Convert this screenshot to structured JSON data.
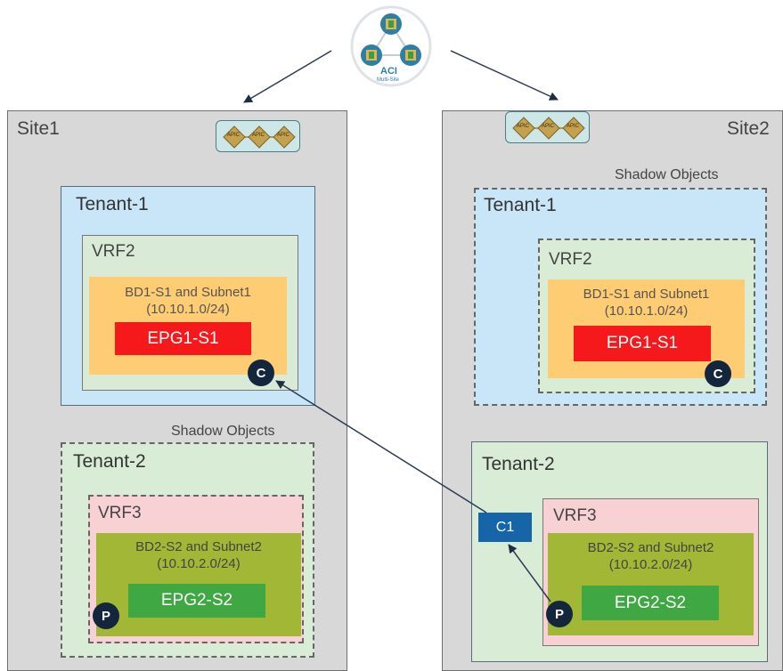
{
  "orchestrator": {
    "logo_text": "ACI",
    "logo_subtext": "Multi-Site"
  },
  "apic_label": "APIC",
  "site1": {
    "label": "Site1",
    "tenant1": {
      "label": "Tenant-1",
      "vrf": "VRF2",
      "bd_line1": "BD1-S1 and Subnet1",
      "bd_line2": "(10.10.1.0/24)",
      "epg": "EPG1-S1",
      "contract_badge": "C"
    },
    "tenant2": {
      "shadow_label": "Shadow Objects",
      "label": "Tenant-2",
      "vrf": "VRF3",
      "bd_line1": "BD2-S2 and Subnet2",
      "bd_line2": "(10.10.2.0/24)",
      "epg": "EPG2-S2",
      "provider_badge": "P"
    }
  },
  "site2": {
    "label": "Site2",
    "tenant1": {
      "shadow_label": "Shadow Objects",
      "label": "Tenant-1",
      "vrf": "VRF2",
      "bd_line1": "BD1-S1 and Subnet1",
      "bd_line2": "(10.10.1.0/24)",
      "epg": "EPG1-S1",
      "contract_badge": "C"
    },
    "tenant2": {
      "label": "Tenant-2",
      "contract_label": "C1",
      "vrf": "VRF3",
      "bd_line1": "BD2-S2 and Subnet2",
      "bd_line2": "(10.10.2.0/24)",
      "epg": "EPG2-S2",
      "provider_badge": "P"
    }
  },
  "colors": {
    "site_bg": "#d8d8d8",
    "tenant1_bg": "#c9e6f8",
    "tenant2_bg": "#d8ecd6",
    "vrf3_bg": "#f7d1d4",
    "bd1_bg": "#fecc72",
    "bd2_bg": "#a2b735",
    "epg1_bg": "#f5191b",
    "epg2_bg": "#3fa842",
    "badge_bg": "#13263d",
    "contract_bg": "#1565a8",
    "arrow": "#2b3a55"
  }
}
